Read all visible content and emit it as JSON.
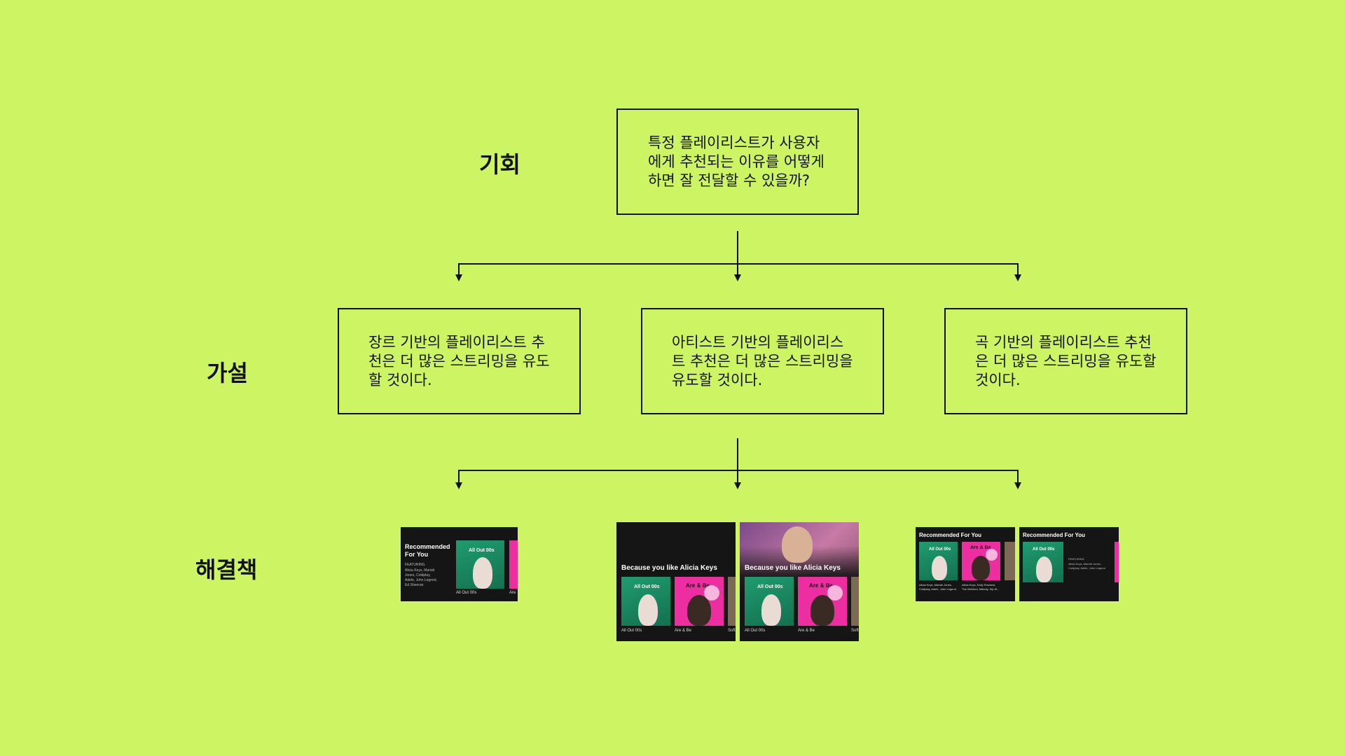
{
  "labels": {
    "opportunity": "기회",
    "hypothesis": "가설",
    "solution": "해결책"
  },
  "opportunity_box": {
    "lines": [
      "특정 플레이리스트가 사용자",
      "에게 추천되는 이유를 어떻게",
      "하면 잘 전달할 수 있을까?"
    ]
  },
  "hypotheses": [
    {
      "lines": [
        "장르 기반의 플레이리스트 추",
        "천은 더 많은 스트리밍을 유도",
        "할 것이다."
      ]
    },
    {
      "lines": [
        "아티스트 기반의 플레이리스",
        "트 추천은 더 많은 스트리밍을",
        "유도할 것이다."
      ]
    },
    {
      "lines": [
        "곡 기반의 플레이리스트 추천",
        "은 더 많은 스트리밍을 유도할",
        "것이다."
      ]
    }
  ],
  "solutions": {
    "genre": {
      "title_line1": "Recommended",
      "title_line2": "For You",
      "featuring": "FEATURING",
      "desc": [
        "Alicia Keys, Mariah",
        "Jones, Coldplay,",
        "Adele, John Legend,",
        "Ed Sheeran"
      ],
      "cover1": "All Out 00s",
      "cap1": "All Out 00s",
      "cap2": "Are"
    },
    "artist": {
      "title": "Because you like Alicia Keys",
      "cover1": "All Out 00s",
      "cover2": "Are & Be",
      "cap1": "All Out 00s",
      "cap2": "Are & Be",
      "cap3": "Soft"
    },
    "song": {
      "title": "Recommended For You",
      "cover1": "All Out 00s",
      "cover2": "Are & Be",
      "cap1": "Alicia Keys, Mariah Jones, Coldplay, Adele, John Legend",
      "cap2": "Alicia Keys, Kelly Rowland, The Weeknd, Mabuly, Dlp M...",
      "featuring": "FEATURING",
      "desc": "Alicia Keys, Mariah Jones, Coldplay, Adele, John Legend"
    }
  },
  "colors": {
    "background": "#cdf563",
    "line": "#111111",
    "spotify_green": "#1f9c6f",
    "spotify_pink": "#ec2ea0",
    "card_dark": "#151515"
  }
}
